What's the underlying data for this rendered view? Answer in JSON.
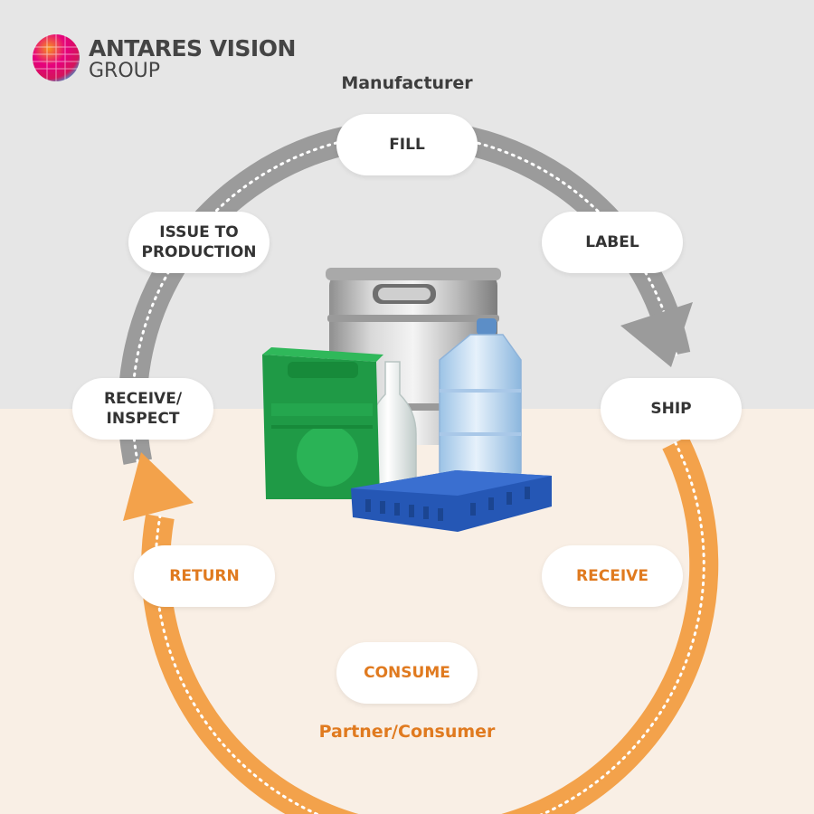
{
  "brand": {
    "name": "ANTARES VISION",
    "sub": "GROUP",
    "logo_colors": [
      "#f7931e",
      "#e6007e",
      "#29abe2",
      "#d4145a"
    ]
  },
  "labels": {
    "top": "Manufacturer",
    "bottom": "Partner/Consumer"
  },
  "colors": {
    "top_background": "#e6e6e6",
    "bottom_background": "#f9efe5",
    "gray_arrow": "#9b9b9b",
    "orange_arrow": "#f3a24b",
    "orange_text": "#e07a1f",
    "dark_text": "#333333"
  },
  "cycle": [
    {
      "id": "fill",
      "label": "FILL",
      "tone": "gray"
    },
    {
      "id": "label",
      "label": "LABEL",
      "tone": "gray"
    },
    {
      "id": "ship",
      "label": "SHIP",
      "tone": "gray"
    },
    {
      "id": "receive",
      "label": "RECEIVE",
      "tone": "orange"
    },
    {
      "id": "consume",
      "label": "CONSUME",
      "tone": "orange"
    },
    {
      "id": "return",
      "label": "RETURN",
      "tone": "orange"
    },
    {
      "id": "receive-inspect",
      "label": "RECEIVE/\nINSPECT",
      "tone": "gray"
    },
    {
      "id": "issue-to-production",
      "label": "ISSUE TO\nPRODUCTION",
      "tone": "gray"
    }
  ],
  "containers": [
    "steel keg",
    "green bottle crate",
    "glass bottle",
    "water jug",
    "blue bakery tray"
  ]
}
